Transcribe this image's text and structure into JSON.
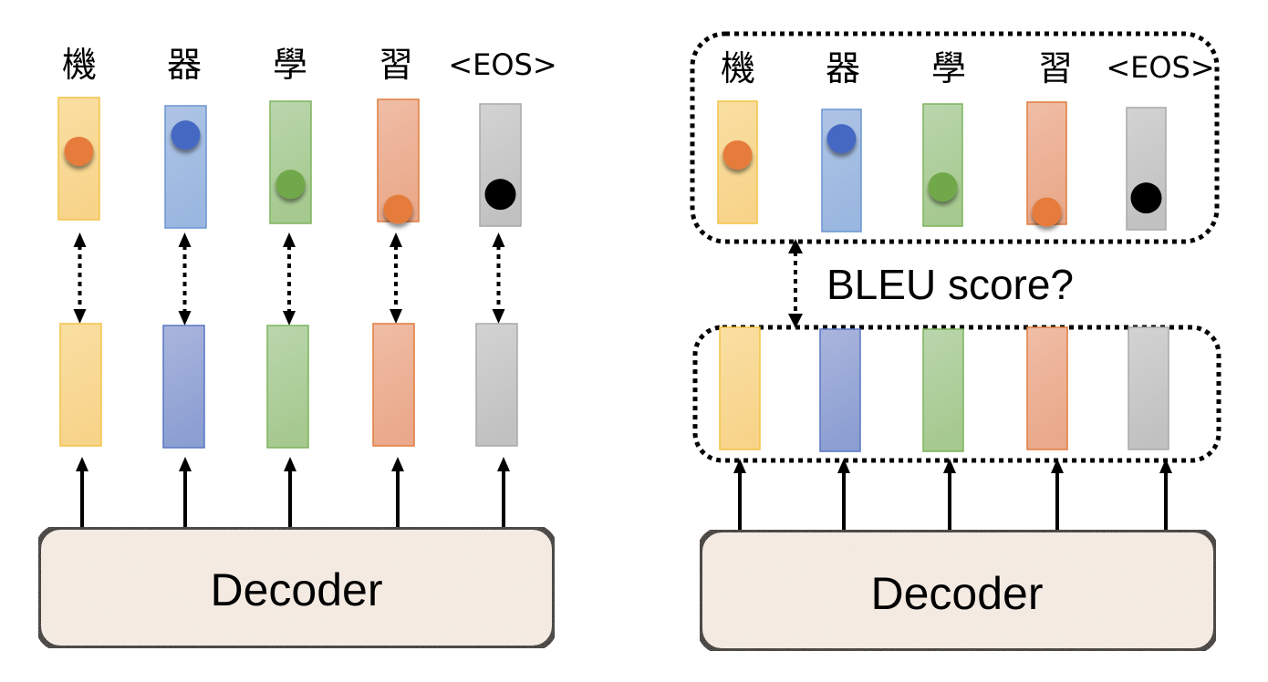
{
  "panels": [
    {
      "id": "left",
      "tokens": [
        "機",
        "器",
        "學",
        "習",
        "<EOS>"
      ],
      "decoder_label": "Decoder",
      "comparison": "per-token",
      "comparison_label": ""
    },
    {
      "id": "right",
      "tokens": [
        "機",
        "器",
        "學",
        "習",
        "<EOS>"
      ],
      "decoder_label": "Decoder",
      "comparison": "sequence",
      "comparison_label": "BLEU score?"
    }
  ],
  "colors": {
    "token_fills": [
      {
        "top": "#f9dfa3",
        "bottom": "#f8d48a",
        "stroke": "#f2c446"
      },
      {
        "top": "#aec4e6",
        "bottom": "#9ab7df",
        "stroke": "#6b95d2"
      },
      {
        "top": "#bad6ad",
        "bottom": "#a6c98f",
        "stroke": "#7fb35e"
      },
      {
        "top": "#efbda6",
        "bottom": "#eaa98a",
        "stroke": "#e07d3e"
      },
      {
        "top": "#d3d3d3",
        "bottom": "#c1c1c1",
        "stroke": "#a9a9a9"
      }
    ],
    "output_fills": [
      {
        "top": "#f9dfa3",
        "bottom": "#f8d48a",
        "stroke": "#f2c446"
      },
      {
        "top": "#aab5dc",
        "bottom": "#8c9fd2",
        "stroke": "#5a77c4"
      },
      {
        "top": "#bad6ad",
        "bottom": "#a6c98f",
        "stroke": "#7fb35e"
      },
      {
        "top": "#efbda6",
        "bottom": "#eaa98a",
        "stroke": "#e07d3e"
      },
      {
        "top": "#d3d3d3",
        "bottom": "#c1c1c1",
        "stroke": "#a9a9a9"
      }
    ],
    "dot_colors": [
      "#e57c3a",
      "#4467c2",
      "#71a84a",
      "#e57c3a",
      "#000000"
    ],
    "decoder_fill": "#f4ebe3",
    "line": "#000000"
  },
  "one_hot_positions": [
    0.44,
    0.24,
    0.68,
    0.9,
    0.74
  ]
}
